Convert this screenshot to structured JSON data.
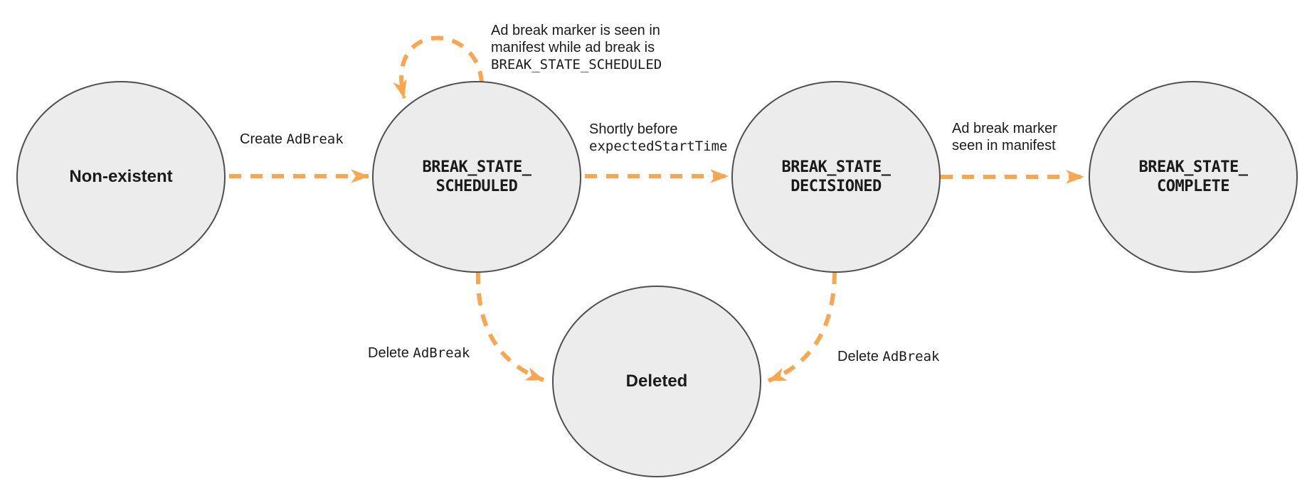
{
  "diagram": {
    "type": "state-machine",
    "states": {
      "non_existent": {
        "label": "Non-existent"
      },
      "scheduled": {
        "label": "BREAK_STATE_\nSCHEDULED"
      },
      "decisioned": {
        "label": "BREAK_STATE_\nDECISIONED"
      },
      "complete": {
        "label": "BREAK_STATE_\nCOMPLETE"
      },
      "deleted": {
        "label": "Deleted"
      }
    },
    "edges": {
      "create": {
        "from": "non_existent",
        "to": "scheduled",
        "plain": "Create ",
        "code": "AdBreak"
      },
      "self_loop": {
        "from": "scheduled",
        "to": "scheduled",
        "line1": "Ad break marker is seen in",
        "line2": "manifest while ad break is",
        "code": "BREAK_STATE_SCHEDULED"
      },
      "to_decisioned": {
        "from": "scheduled",
        "to": "decisioned",
        "plain": "Shortly before",
        "code": "expectedStartTime"
      },
      "to_complete": {
        "from": "decisioned",
        "to": "complete",
        "line1": "Ad break marker",
        "line2": "seen in manifest"
      },
      "delete_left": {
        "from": "scheduled",
        "to": "deleted",
        "plain": "Delete ",
        "code": "AdBreak"
      },
      "delete_right": {
        "from": "decisioned",
        "to": "deleted",
        "plain": "Delete ",
        "code": "AdBreak"
      }
    },
    "colors": {
      "arrow": "#F9A64E",
      "state_fill": "#ECECEC",
      "state_border": "#4F4F4F",
      "text": "#1B1B1B"
    }
  }
}
